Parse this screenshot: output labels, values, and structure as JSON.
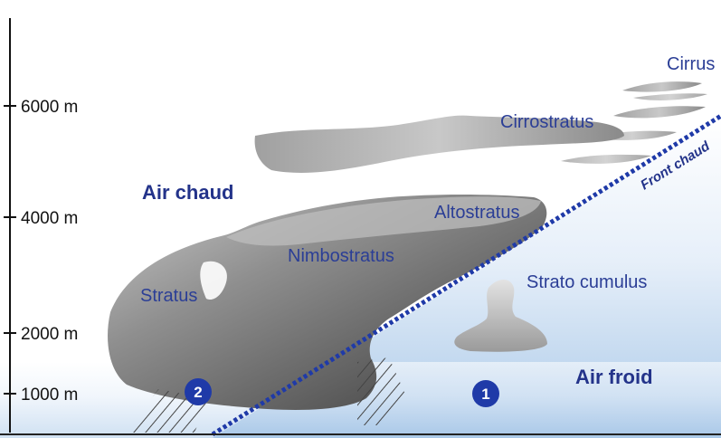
{
  "diagram": {
    "altitude_axis": {
      "ticks": [
        {
          "label": "6000 m"
        },
        {
          "label": "4000 m"
        },
        {
          "label": "2000 m"
        },
        {
          "label": "1000 m"
        }
      ]
    },
    "air_masses": {
      "warm": "Air chaud",
      "cold": "Air froid"
    },
    "front_label": "Front chaud",
    "clouds": {
      "cirrus": "Cirrus",
      "cirrostratus": "Cirrostratus",
      "altostratus": "Altostratus",
      "nimbostratus": "Nimbostratus",
      "stratus": "Stratus",
      "strato_cumulus": "Strato cumulus"
    },
    "markers": {
      "one": "1",
      "two": "2"
    },
    "colors": {
      "label_blue": "#2b3e96",
      "front_line": "#1f3aa8",
      "cold_air_bottom": "#a9c8e8",
      "cloud_dark": "#555555",
      "cloud_light": "#cfcfcf"
    }
  }
}
